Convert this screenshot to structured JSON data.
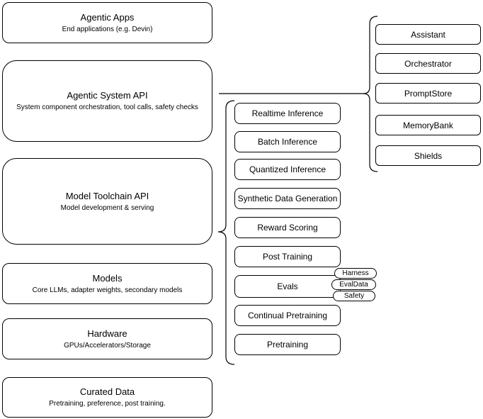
{
  "diagram": {
    "background": "#ffffff",
    "stroke_color": "#000000",
    "stack": [
      {
        "title": "Agentic Apps",
        "subtitle": "End applications (e.g. Devin)"
      },
      {
        "title": "Agentic System API",
        "subtitle": "System component orchestration, tool calls, safety checks"
      },
      {
        "title": "Model Toolchain API",
        "subtitle": "Model development & serving"
      },
      {
        "title": "Models",
        "subtitle": "Core LLMs, adapter weights, secondary models"
      },
      {
        "title": "Hardware",
        "subtitle": "GPUs/Accelerators/Storage"
      },
      {
        "title": "Curated Data",
        "subtitle": "Pretraining, preference, post training."
      }
    ],
    "toolchain_services": [
      "Realtime Inference",
      "Batch Inference",
      "Quantized Inference",
      "Synthetic Data Generation",
      "Reward Scoring",
      "Post Training",
      "Evals",
      "Continual Pretraining",
      "Pretraining"
    ],
    "eval_components": [
      "Harness",
      "EvalData",
      "Safety"
    ],
    "system_components": [
      "Assistant",
      "Orchestrator",
      "PromptStore",
      "MemoryBank",
      "Shields"
    ]
  }
}
